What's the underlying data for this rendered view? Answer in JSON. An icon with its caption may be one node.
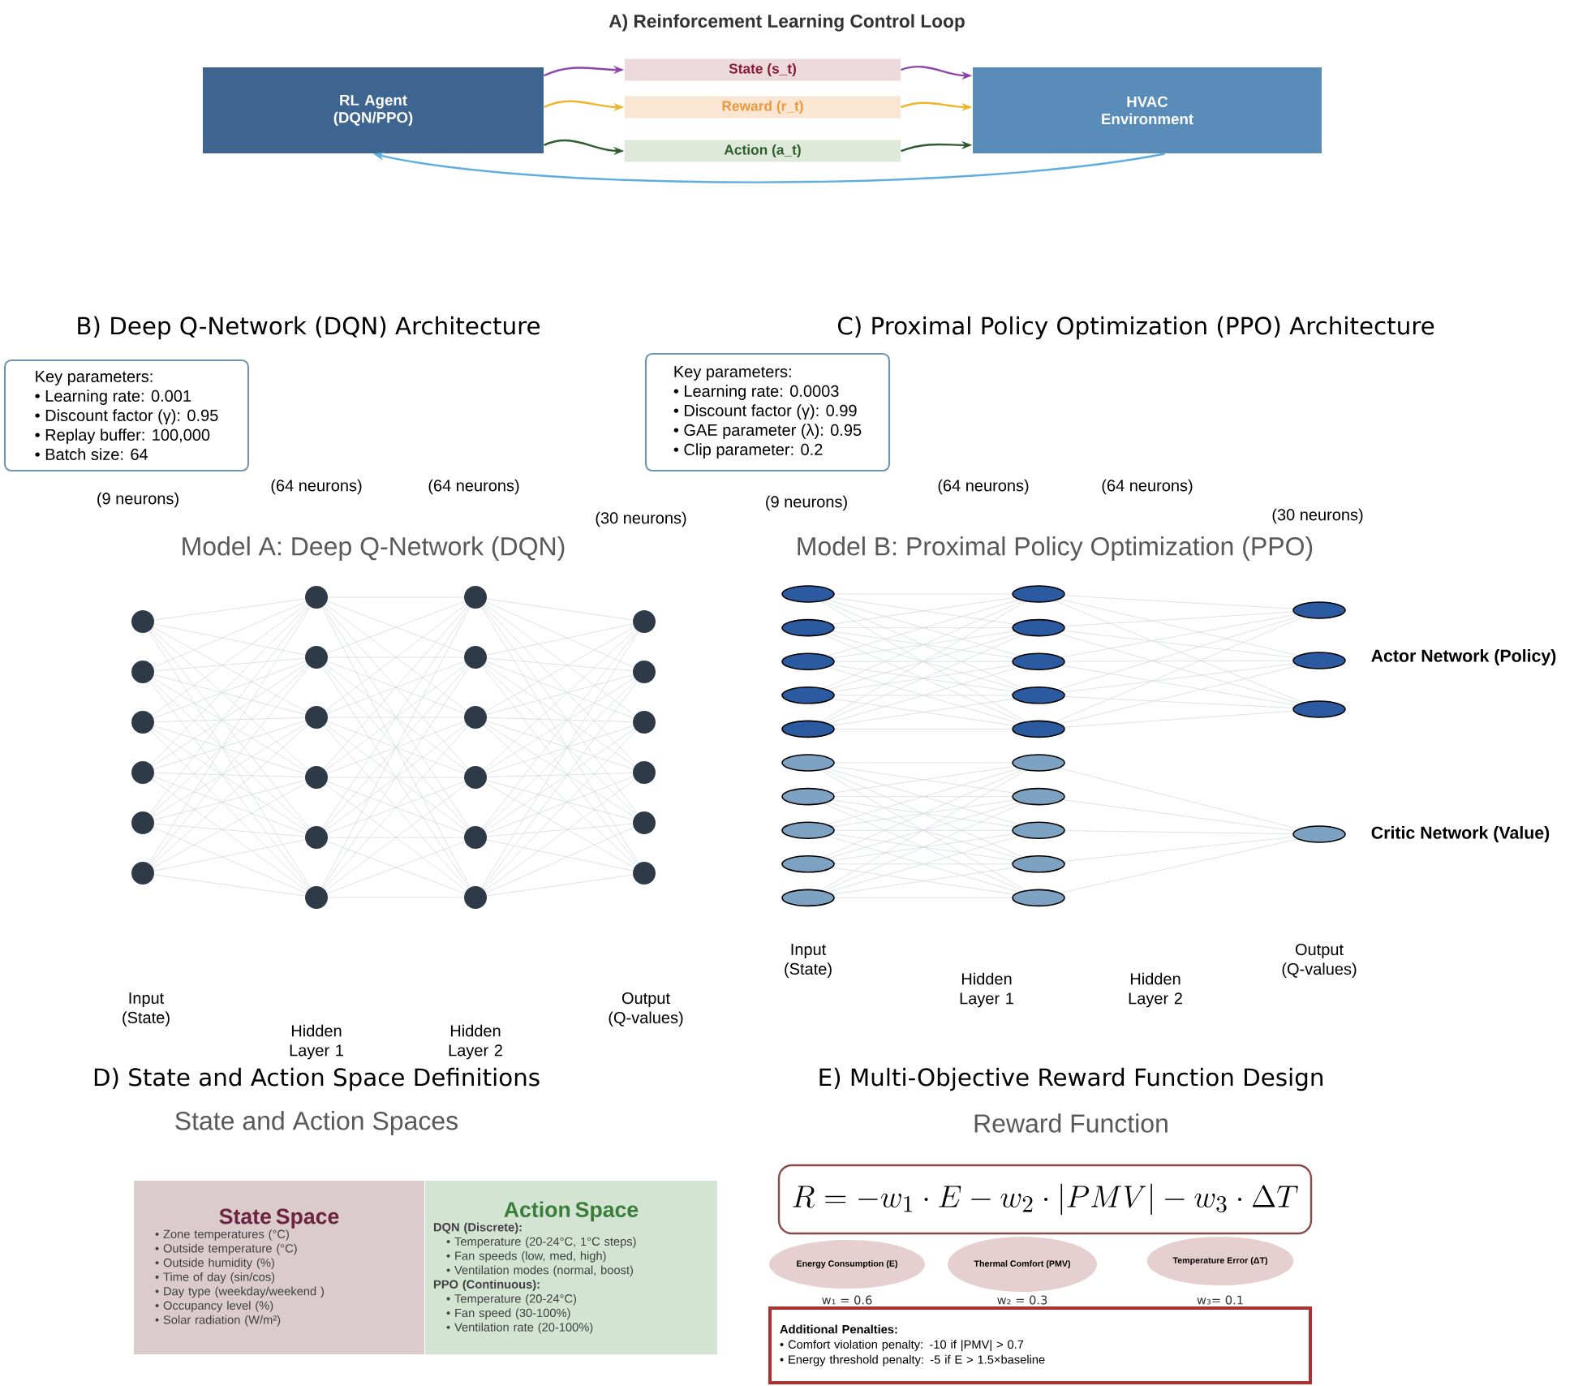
{
  "diagram": {
    "nodes": [
      {
        "text": [
          "RL Agent (DQN/PPO)"
        ]
      },
      {
        "text": [
          "State (s_t)"
        ]
      },
      {
        "text": [
          "Reward (r_t)"
        ]
      },
      {
        "text": [
          "Action (a_t)"
        ]
      },
      {
        "text": [
          "HVAC Environment"
        ]
      },
      {
        "text": [
          "Key parameters:",
          "• Learning rate: 0.001",
          "• Discount factor (γ): 0.95",
          "• Replay buffer: 100,000",
          "• Batch size: 64"
        ]
      },
      {
        "text": [
          "Key parameters:",
          "• Learning rate: 0.0003",
          "• Discount factor (γ): 0.99",
          "• GAE parameter (λ): 0.95",
          "• Clip parameter: 0.2"
        ]
      },
      {
        "text": [
          "State Space",
          "• Zone temperatures (°C)",
          "• Outside temperature (°C)",
          "• Outside humidity (%)",
          "• Time of day (sin/cos)",
          "• Day type (weekday/weekend )",
          "• Occupancy level (%)",
          "• Solar radiation (W/m²)"
        ]
      },
      {
        "text": [
          "Action Space",
          "DQN (Discrete):",
          "• Temperature (20-24°C, 1°C steps)",
          "• Fan speeds (low, med, high)",
          "• Ventilation modes (normal, boost)",
          "PPO (Continuous):",
          "• Temperature (20-24°C)",
          "• Fan speed (30-100%)",
          "• Ventilation rate (20-100%)"
        ]
      },
      {
        "text": [
          "R = -w_1 \\cdot E - w_2 \\cdot |PMV| - w_3 \\cdot \\Delta T"
        ]
      },
      {
        "text": [
          "Energy Consumption (E)"
        ],
        "beside": [
          "w₁ = 0.6"
        ]
      },
      {
        "text": [
          "Thermal Comfort (PMV)"
        ],
        "beside": [
          "w₂ = 0.3"
        ]
      },
      {
        "text": [
          "Temperature Error (ΔT)"
        ],
        "beside": [
          "w₃= 0.1"
        ]
      },
      {
        "text": [
          "Additional Penalties:",
          "• Comfort violation penalty: -10 if |PMV| > 0.7",
          "• Energy threshold penalty: -5 if E > 1.5×baseline"
        ]
      }
    ],
    "edges": [
      {
        "from": 0,
        "to": 1,
        "arrow": "to",
        "color": "#8e44ad"
      },
      {
        "from": 1,
        "to": 4,
        "arrow": "to",
        "color": "#8e44ad"
      },
      {
        "from": 0,
        "to": 2,
        "arrow": "to",
        "color": "#f0b429"
      },
      {
        "from": 2,
        "to": 4,
        "arrow": "to",
        "color": "#f0b429"
      },
      {
        "from": 0,
        "to": 3,
        "arrow": "to",
        "color": "#2e5e2e"
      },
      {
        "from": 3,
        "to": 4,
        "arrow": "to",
        "color": "#2e5e2e"
      },
      {
        "from": 4,
        "to": 0,
        "arrow": "to",
        "color": "#5dade2"
      }
    ],
    "labels": [
      "A) Reinforcement Learning Control Loop",
      "B) Deep Q-Network (DQN) Architecture",
      "C) Proximal Policy Optimization (PPO) Architecture",
      "(9 neurons)",
      "(64 neurons)",
      "(64 neurons)",
      "(30 neurons)",
      "Model A: Deep Q-Network (DQN)",
      "(9 neurons)",
      "(64 neurons)",
      "(64 neurons)",
      "(30 neurons)",
      "Model B: Proximal Policy Optimization (PPO)",
      "Actor Network (Policy)",
      "Critic Network (Value)",
      "Input (State)",
      "Hidden Layer 1",
      "Hidden Layer 2",
      "Output (Q-values)",
      "Input (State)",
      "Hidden Layer 1",
      "Hidden Layer 2",
      "Output (Q-values)",
      "D) State and Action Space Definitions",
      "State and Action Spaces",
      "E) Multi-Objective Reward Function Design",
      "Reward Function"
    ]
  }
}
